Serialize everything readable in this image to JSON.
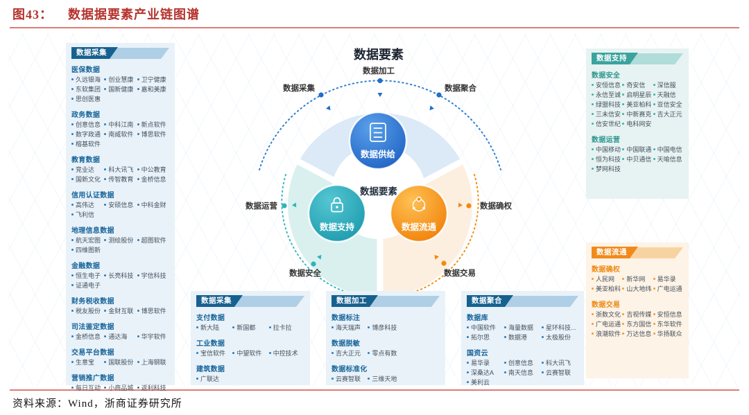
{
  "title": {
    "figure_label": "图43：",
    "figure_title": "数据据要素产业链图谱"
  },
  "source": "资料来源：Wind，浙商证券研究所",
  "colors": {
    "title_red": "#b5322d",
    "rule_red": "#dd7d75",
    "blue_accent": "#16618f",
    "teal_accent": "#3ba39e",
    "orange_accent": "#f18a1b",
    "node_blue": "#1b5fc1",
    "node_teal": "#1898ab",
    "node_orange": "#f07c04"
  },
  "left_panel": {
    "header": "数据采集",
    "groups": [
      {
        "name": "医保数据",
        "items": [
          "久远银海",
          "创业慧康",
          "卫宁健康",
          "东软集团",
          "国新健康",
          "嘉和美康",
          "思创医惠"
        ]
      },
      {
        "name": "政务数据",
        "items": [
          "创意信息",
          "中科江南",
          "新点软件",
          "数字政通",
          "南威软件",
          "博思软件",
          "榕基软件"
        ]
      },
      {
        "name": "教育数据",
        "items": [
          "竞业达",
          "科大讯飞",
          "中公教育",
          "国新文化",
          "传智教育",
          "金桥信息"
        ]
      },
      {
        "name": "信用认证数据",
        "items": [
          "高伟达",
          "安硕信息",
          "中科金财",
          "飞利信"
        ]
      },
      {
        "name": "地理信息数据",
        "items": [
          "航天宏图",
          "测绘股份",
          "超图软件",
          "四维图新"
        ]
      },
      {
        "name": "金融数据",
        "items": [
          "恒生电子",
          "长亮科技",
          "宇信科技",
          "证通电子"
        ]
      },
      {
        "name": "财务税收数据",
        "items": [
          "税友股份",
          "金财互联",
          "博思软件"
        ]
      },
      {
        "name": "司法鉴定数据",
        "items": [
          "金桥信息",
          "通达海",
          "华宇软件"
        ]
      },
      {
        "name": "交易平台数据",
        "items": [
          "生意宝",
          "国联股份",
          "上海钢联"
        ]
      },
      {
        "name": "营销推广数据",
        "items": [
          "每日互动",
          "小商品城",
          "返利科技"
        ]
      }
    ]
  },
  "right_top_panel": {
    "header": "数据支持",
    "groups": [
      {
        "name": "数据安全",
        "items": [
          "安恒信息",
          "奇安信",
          "深信服",
          "永信至诚",
          "启明星辰",
          "天融信",
          "绿盟科技",
          "美亚柏科",
          "亚信安全",
          "三未信安",
          "中新赛克",
          "吉大正元",
          "信安世纪",
          "电科网安"
        ]
      },
      {
        "name": "数据运营",
        "items": [
          "中国移动",
          "中国联通",
          "中国电信",
          "恒为科技",
          "中贝通信",
          "天喻信息",
          "梦网科技"
        ]
      }
    ]
  },
  "right_bottom_panel": {
    "header": "数据流通",
    "groups": [
      {
        "name": "数据确权",
        "items": [
          "人民网",
          "新华网",
          "易华录",
          "美亚柏科",
          "山大地纬",
          "广电运通"
        ]
      },
      {
        "name": "数据交易",
        "items": [
          "浙数文化",
          "吉视传媒",
          "安恒信息",
          "广电运通",
          "东方国信",
          "东华软件",
          "浪潮软件",
          "万达信息",
          "华扬联众"
        ]
      }
    ]
  },
  "bottom_panels": [
    {
      "header": "数据采集",
      "groups": [
        {
          "name": "支付数据",
          "items": [
            "新大陆",
            "新国都",
            "拉卡拉"
          ]
        },
        {
          "name": "工业数据",
          "items": [
            "宝信软件",
            "中望软件",
            "中控技术"
          ]
        },
        {
          "name": "建筑数据",
          "items": [
            "广联达"
          ]
        }
      ]
    },
    {
      "header": "数据加工",
      "groups": [
        {
          "name": "数据标注",
          "items": [
            "海天瑞声",
            "博彦科技"
          ]
        },
        {
          "name": "数据脱敏",
          "items": [
            "吉大正元",
            "零点有数"
          ]
        },
        {
          "name": "数据标准化",
          "items": [
            "云赛智联",
            "三维天地"
          ]
        }
      ]
    },
    {
      "header": "数据聚合",
      "groups": [
        {
          "name": "数据库",
          "items": [
            "中国软件",
            "海量数据",
            "星环科技...",
            "拓尔思",
            "数据港",
            "太极股份"
          ]
        },
        {
          "name": "国资云",
          "items": [
            "易华录",
            "创意信息",
            "科大讯飞",
            "深桑达A",
            "南天信息",
            "云赛智联",
            "美利云"
          ]
        }
      ]
    }
  ],
  "diagram": {
    "title": "数据要素",
    "center_label": "数据要素",
    "stage_labels": {
      "top": "数据加工",
      "top_left": "数据采集",
      "top_right": "数据聚合",
      "left": "数据运营",
      "right": "数据确权",
      "bottom_left": "数据安全",
      "bottom_right": "数据交易"
    },
    "nodes": {
      "supply": {
        "label": "数据供给",
        "icon": "server-icon"
      },
      "support": {
        "label": "数据支持",
        "icon": "lock-icon"
      },
      "circulation": {
        "label": "数据流通",
        "icon": "circulation-icon"
      }
    }
  }
}
